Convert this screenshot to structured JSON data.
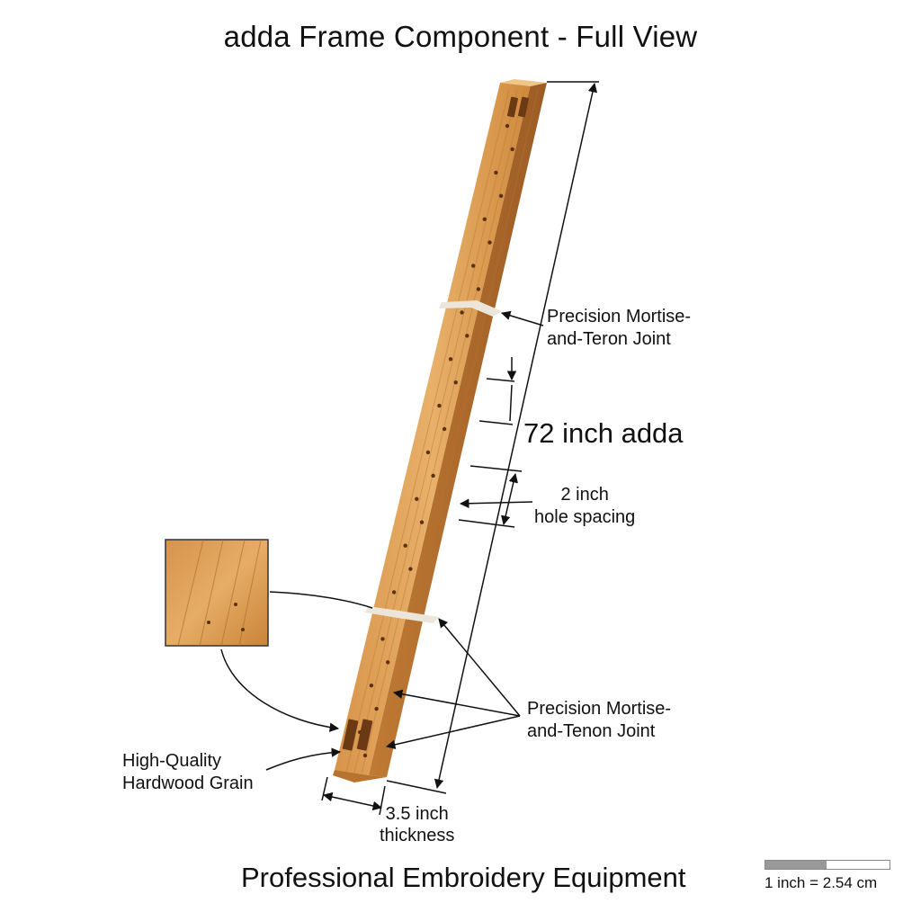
{
  "title": "adda Frame Component - Full View",
  "footer": "Professional Embroidery Equipment",
  "callouts": {
    "top_joint": [
      "Precision Mortise-",
      "and-Teron Joint"
    ],
    "length": "72 inch adda",
    "spacing": [
      "2 inch",
      "hole spacing"
    ],
    "bottom_joint": [
      "Precision Mortise-",
      "and-Tenon Joint"
    ],
    "grain": [
      "High-Quality",
      "Hardwood Grain"
    ],
    "thickness": [
      "3.5 inch",
      "thickness"
    ]
  },
  "scale": {
    "text": "1 inch = 2.54 cm"
  },
  "colors": {
    "wood_light": "#e3a85a",
    "wood_mid": "#cf8a3c",
    "wood_dark": "#a9652a",
    "hole": "#5a3210",
    "band": "#ece6da",
    "line": "#111111"
  }
}
